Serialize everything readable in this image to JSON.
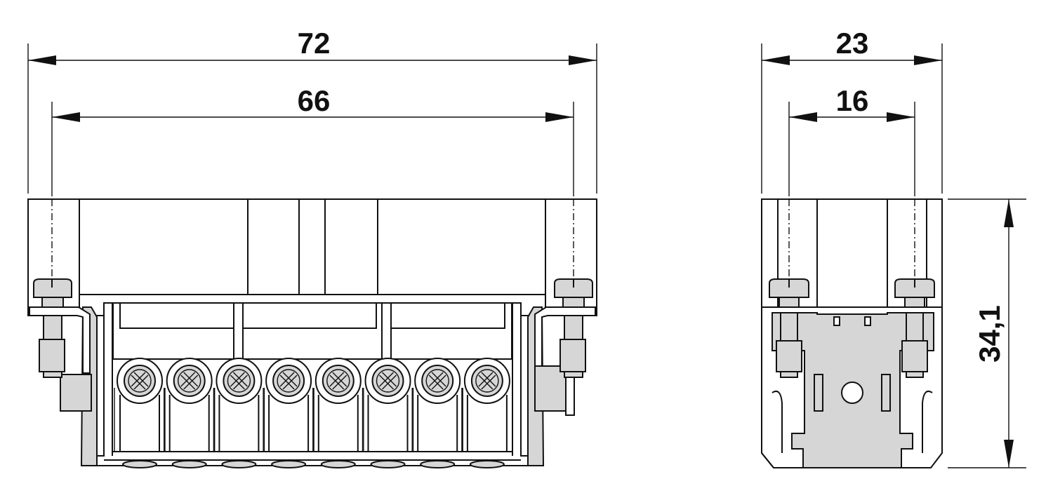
{
  "dimensions": {
    "front_overall_width": "72",
    "front_inner_width": "66",
    "side_overall_width": "23",
    "side_inner_width": "16",
    "side_height": "34,1"
  },
  "terminal_count": 8
}
